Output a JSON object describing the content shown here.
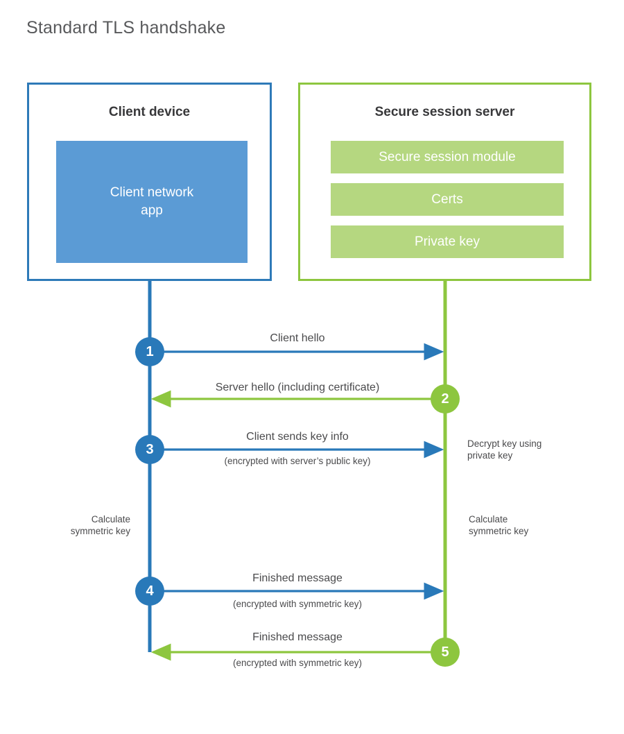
{
  "title": "Standard TLS handshake",
  "colors": {
    "client_accent": "#2e7ab8",
    "client_circle": "#2979b9",
    "client_app_fill": "#5b9bd5",
    "server_accent": "#8dc63f",
    "server_block_fill": "#b5d780",
    "text": "#4a4a4c",
    "title_text": "#58595b",
    "background": "#ffffff"
  },
  "client": {
    "title": "Client device",
    "app_label": "Client network\napp",
    "app_line1": "Client network",
    "app_line2": "app"
  },
  "server": {
    "title": "Secure session server",
    "blocks": [
      {
        "label": "Secure session module"
      },
      {
        "label": "Certs"
      },
      {
        "label": "Private key"
      }
    ]
  },
  "steps": [
    {
      "number": "1",
      "side": "client",
      "direction": "client-to-server",
      "label": "Client hello",
      "sublabel": ""
    },
    {
      "number": "2",
      "side": "server",
      "direction": "server-to-client",
      "label": "Server hello (including certificate)",
      "sublabel": ""
    },
    {
      "number": "3",
      "side": "client",
      "direction": "client-to-server",
      "label": "Client sends key info",
      "sublabel": "(encrypted with server’s public key)"
    },
    {
      "number": "4",
      "side": "client",
      "direction": "client-to-server",
      "label": "Finished message",
      "sublabel": "(encrypted with symmetric key)"
    },
    {
      "number": "5",
      "side": "server",
      "direction": "server-to-client",
      "label": "Finished message",
      "sublabel": "(encrypted with symmetric key)"
    }
  ],
  "annotations": {
    "decrypt_key": "Decrypt key using\nprivate key",
    "calculate_symmetric_key_client": "Calculate\nsymmetric key",
    "calculate_symmetric_key_server": "Calculate\nsymmetric key"
  }
}
